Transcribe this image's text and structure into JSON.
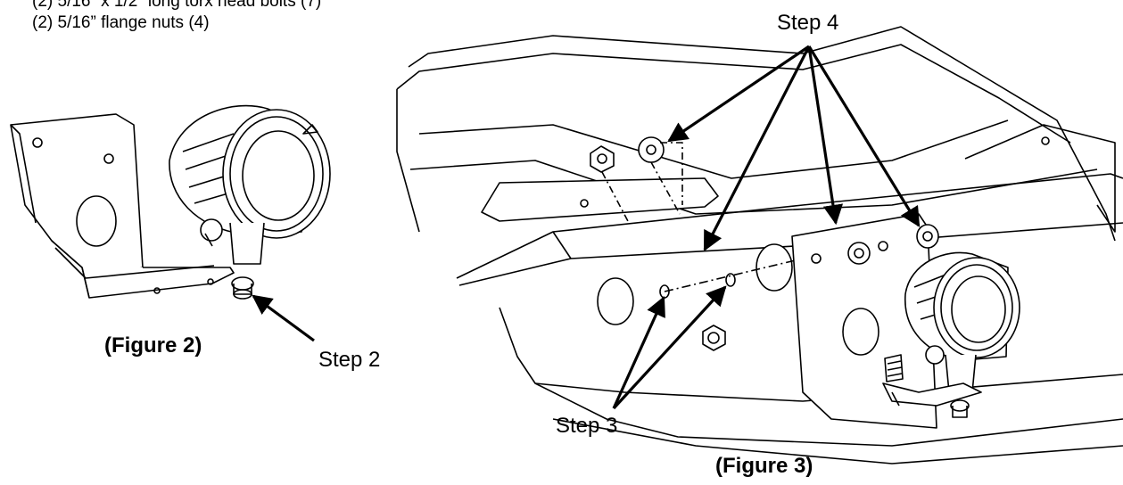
{
  "parts_list": [
    "(2) 5/16” x 1/2” long torx head bolts (7)",
    "(2) 5/16” flange nuts (4)"
  ],
  "labels": {
    "step2": "Step 2",
    "step3": "Step 3",
    "step4": "Step 4"
  },
  "captions": {
    "figure2": "(Figure 2)",
    "figure3": "(Figure 3)"
  }
}
